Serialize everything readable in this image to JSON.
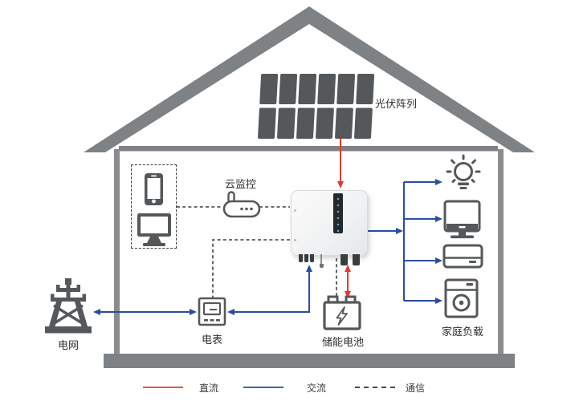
{
  "diagram": {
    "title": "residential-pv-storage-system",
    "nodes": {
      "pv_array": {
        "label": "光伏阵列"
      },
      "cloud_monitoring": {
        "label": "云监控"
      },
      "grid": {
        "label": "电网"
      },
      "meter": {
        "label": "电表"
      },
      "battery": {
        "label": "储能电池"
      },
      "home_loads": {
        "label": "家庭负载"
      }
    },
    "legend": {
      "items": [
        {
          "label": "直流",
          "type": "dc",
          "style": "solid",
          "color": "#e4564e"
        },
        {
          "label": "交流",
          "type": "ac",
          "style": "solid",
          "color": "#3c64ae"
        },
        {
          "label": "通信",
          "type": "comm",
          "style": "dashed",
          "color": "#4a4a4a"
        }
      ]
    },
    "colors": {
      "dc_red": "#e43a2e",
      "ac_blue": "#2a4da0",
      "comm_dark": "#3f3f3f",
      "structure_gray": "#7f8285",
      "icon_gray": "#54585a"
    },
    "icons": [
      "pv-panel-array-icon",
      "smartphone-icon",
      "desktop-monitor-icon",
      "router-icon",
      "inverter-device",
      "transmission-tower-icon",
      "energy-meter-icon",
      "battery-icon",
      "light-bulb-icon",
      "tv-icon",
      "air-conditioner-icon",
      "washing-machine-icon"
    ],
    "connections": [
      {
        "from": "pv_array",
        "to": "inverter",
        "type": "dc",
        "direction": "one-way"
      },
      {
        "from": "inverter",
        "to": "battery",
        "type": "dc",
        "direction": "two-way"
      },
      {
        "from": "inverter",
        "to": "battery",
        "type": "comm"
      },
      {
        "from": "inverter",
        "to": "meter",
        "type": "ac",
        "direction": "two-way"
      },
      {
        "from": "inverter",
        "to": "meter",
        "type": "comm"
      },
      {
        "from": "meter",
        "to": "grid",
        "type": "ac",
        "direction": "two-way"
      },
      {
        "from": "inverter",
        "to": "home_loads",
        "type": "ac",
        "direction": "one-way"
      },
      {
        "from": "monitoring_devices",
        "to": "router",
        "type": "comm"
      },
      {
        "from": "router",
        "to": "inverter",
        "type": "comm"
      }
    ]
  }
}
